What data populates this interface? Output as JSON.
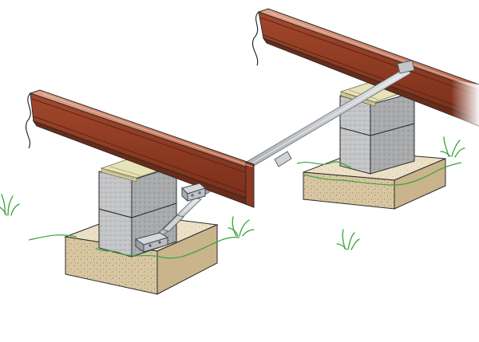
{
  "diagram": {
    "description_free": true,
    "colors": {
      "background": "#ffffff",
      "beam_top": "#c97a5c",
      "beam_side": "#8e3a22",
      "beam_dark": "#6d2a17",
      "block_light": "#d9dadb",
      "block_mid": "#b7b8ba",
      "block_dark": "#8f9092",
      "pad_top": "#e9dcc1",
      "pad_side": "#d9c7a3",
      "pad_speckle": "#a98f62",
      "ground_line": "#3aa33a",
      "grass": "#39a23a",
      "strap": "#b9bdc1",
      "strap_edge": "#6f7479",
      "shim": "#e8e2b8",
      "outline": "#2b2b2b"
    },
    "parts": [
      {
        "id": "left-beam",
        "icon": "steel-i-beam"
      },
      {
        "id": "right-beam",
        "icon": "steel-i-beam"
      },
      {
        "id": "left-pier",
        "icon": "concrete-block-pier"
      },
      {
        "id": "right-pier",
        "icon": "concrete-block-pier"
      },
      {
        "id": "left-footing",
        "icon": "concrete-footing-pad"
      },
      {
        "id": "right-footing",
        "icon": "concrete-footing-pad"
      },
      {
        "id": "diagonal-brace",
        "icon": "steel-brace-tube"
      },
      {
        "id": "beam-clamp",
        "icon": "beam-clamp"
      },
      {
        "id": "ground-anchor-bracket",
        "icon": "ground-bracket"
      }
    ]
  }
}
